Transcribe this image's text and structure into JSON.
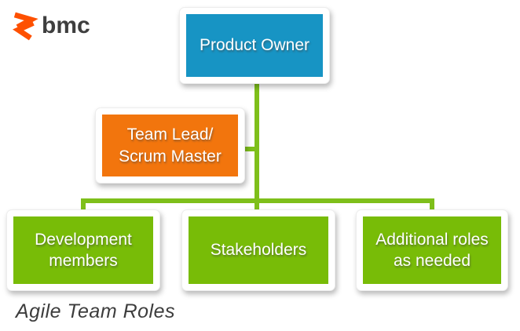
{
  "page": {
    "background": "#ffffff",
    "caption": "Agile Team Roles"
  },
  "logo": {
    "brand": "bmc",
    "icon": "bmc-chevron-icon",
    "icon_color": "#fe5000",
    "text_color": "#3e3e3e"
  },
  "diagram": {
    "type": "org-chart",
    "connector_color": "#7ebf1a",
    "nodes": {
      "product_owner": {
        "label": "Product Owner",
        "color": "#1794c4"
      },
      "team_lead": {
        "label": "Team Lead/\nScrum Master",
        "color": "#f2750d"
      },
      "development": {
        "label": "Development\nmembers",
        "color": "#78bc07"
      },
      "stakeholders": {
        "label": "Stakeholders",
        "color": "#78bc07"
      },
      "additional": {
        "label": "Additional roles\nas needed",
        "color": "#78bc07"
      }
    },
    "edges": [
      {
        "from": "product_owner",
        "to": "development"
      },
      {
        "from": "product_owner",
        "to": "stakeholders"
      },
      {
        "from": "product_owner",
        "to": "additional"
      },
      {
        "from": "product_owner",
        "to": "team_lead"
      }
    ]
  }
}
